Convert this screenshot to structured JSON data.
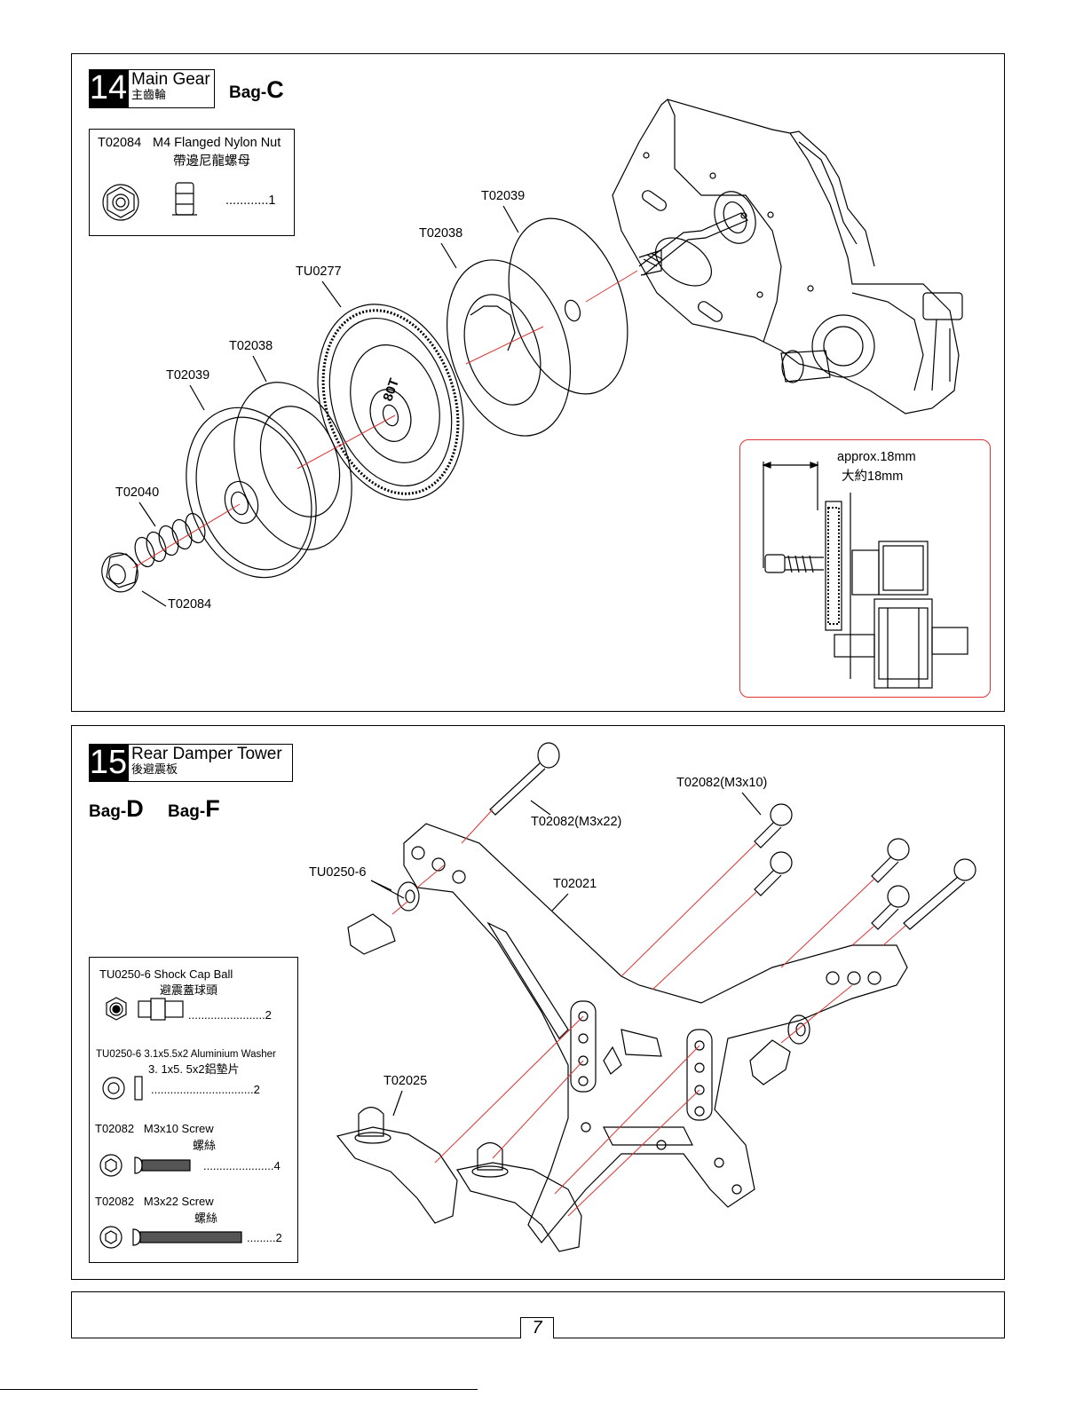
{
  "step14": {
    "number": "14",
    "title_en": "Main Gear",
    "title_zh": "主齒輪",
    "bag_prefix": "Bag-",
    "bag_letter": "C",
    "parts_box": {
      "part_code": "T02084",
      "part_name": "M4 Flanged Nylon Nut",
      "part_name_zh": "帶邊尼龍螺母",
      "quantity": "............1"
    },
    "callouts": [
      "T02039",
      "T02038",
      "TU0277",
      "T02038",
      "T02039",
      "T02040",
      "T02084"
    ],
    "gear_label": "80T",
    "inset": {
      "label_en": "approx.18mm",
      "label_zh": "大約18mm"
    }
  },
  "step15": {
    "number": "15",
    "title_en": "Rear Damper Tower",
    "title_zh": "後避震板",
    "bags": [
      {
        "prefix": "Bag-",
        "letter": "D"
      },
      {
        "prefix": "Bag-",
        "letter": "F"
      }
    ],
    "parts_box": [
      {
        "line1": "TU0250-6 Shock Cap Ball",
        "line2": "避震蓋球頭",
        "quantity": "........................2"
      },
      {
        "line1": "TU0250-6 3.1x5.5x2 Aluminium Washer",
        "line2": "3. 1x5. 5x2鋁墊片",
        "quantity": "................................2"
      },
      {
        "line1": "T02082   M3x10 Screw",
        "line2": "螺絲",
        "quantity": "......................4"
      },
      {
        "line1": "T02082   M3x22 Screw",
        "line2": "螺絲",
        "quantity": ".........2"
      }
    ],
    "callouts": [
      "T02082(M3x22)",
      "T02082(M3x10)",
      "TU0250-6",
      "T02021",
      "T02025"
    ]
  },
  "footer": {
    "page_number": "7"
  }
}
